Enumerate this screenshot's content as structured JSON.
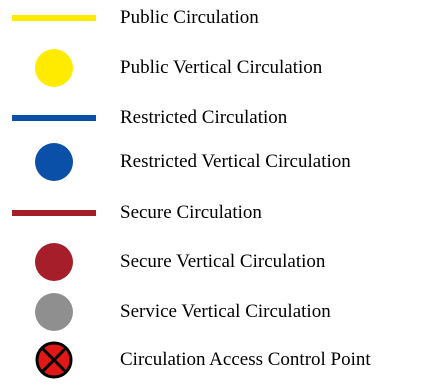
{
  "legend": {
    "items": [
      {
        "label": "Public Circulation",
        "symbol": "line",
        "color": "#FFEB00"
      },
      {
        "label": "Public Vertical Circulation",
        "symbol": "circle",
        "color": "#FFEB00"
      },
      {
        "label": "Restricted Circulation",
        "symbol": "line",
        "color": "#0A4FA8"
      },
      {
        "label": "Restricted Vertical Circulation",
        "symbol": "circle",
        "color": "#0A4FA8"
      },
      {
        "label": "Secure Circulation",
        "symbol": "line",
        "color": "#A61E2A"
      },
      {
        "label": "Secure Vertical Circulation",
        "symbol": "circle",
        "color": "#A61E2A"
      },
      {
        "label": "Service Vertical Circulation",
        "symbol": "circle",
        "color": "#8F8F8F"
      },
      {
        "label": "Circulation Access Control Point",
        "symbol": "access-control-point",
        "color": "#E01818"
      }
    ]
  }
}
